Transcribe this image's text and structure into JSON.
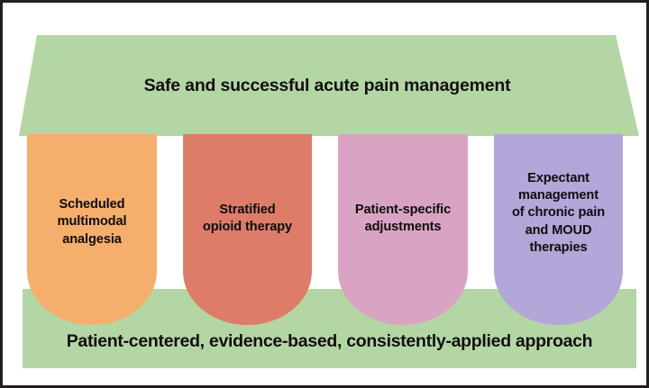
{
  "figure": {
    "type": "temple-framework-diagram",
    "border_color": "#231f20",
    "background": "#ffffff"
  },
  "roof": {
    "label": "Safe and successful acute pain management",
    "color": "#b4d6a4",
    "shape": "trapezoid"
  },
  "foundation": {
    "label": "Patient-centered, evidence-based, consistently-applied approach",
    "color": "#b4d6a4",
    "shape": "rectangle"
  },
  "pillars": [
    {
      "id": "scheduled-multimodal-analgesia",
      "label": "Scheduled\nmultimodal\nanalgesia",
      "color": "#f5ae6c"
    },
    {
      "id": "stratified-opioid-therapy",
      "label": "Stratified\nopioid therapy",
      "color": "#dd7c69"
    },
    {
      "id": "patient-specific-adjustments",
      "label": "Patient-specific\nadjustments",
      "color": "#d9a4c3"
    },
    {
      "id": "expectant-management-chronic-pain-moud",
      "label": "Expectant\nmanagement\nof chronic pain\nand MOUD\ntherapies",
      "color": "#b3a6d8"
    }
  ]
}
